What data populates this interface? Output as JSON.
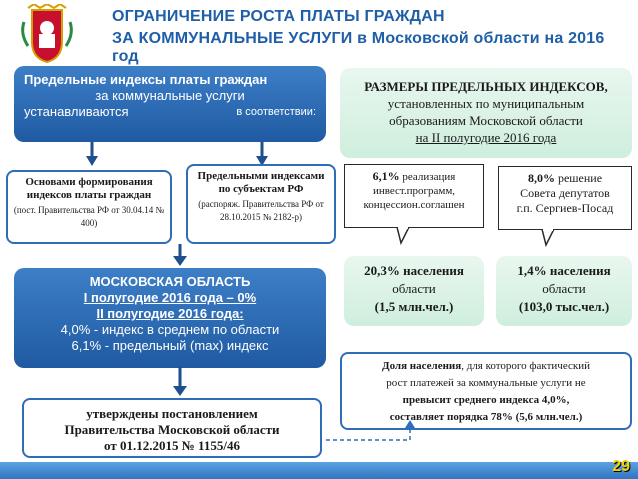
{
  "header": {
    "title_line1": "ОГРАНИЧЕНИЕ РОСТА ПЛАТЫ ГРАЖДАН",
    "title_line2": "ЗА КОММУНАЛЬНЫЕ УСЛУГИ в Московской области на 2016 год"
  },
  "left_top_box": {
    "line1": "Предельные индексы платы граждан",
    "line2": "за коммунальные услуги",
    "line3a": "устанавливаются",
    "line3b": "в соответствии:"
  },
  "left_sub1": {
    "title": "Основами формирования индексов платы граждан",
    "note": "(пост. Правительства РФ от 30.04.14 № 400)"
  },
  "left_sub2": {
    "title": "Предельными индексами по субъектам РФ",
    "note": "(распоряж. Правительства РФ от 28.10.2015 № 2182-р)"
  },
  "moscow_box": {
    "title": "МОСКОВСКАЯ ОБЛАСТЬ",
    "h1": "I полугодие 2016 года – 0%",
    "h2": "II полугодие 2016 года:",
    "l1": "4,0% - индекс в среднем по области",
    "l2": "6,1% - предельный (max) индекс"
  },
  "approved_box": {
    "line1": "утверждены постановлением",
    "line2": "Правительства Московской области",
    "line3": "от 01.12.2015 № 1155/46"
  },
  "right_top_box": {
    "line1": "РАЗМЕРЫ ПРЕДЕЛЬНЫХ ИНДЕКСОВ,",
    "line2": "установленных по муниципальным",
    "line3": "образованиям Московской области",
    "line4": "на II полугодие 2016 года"
  },
  "callout_61": {
    "value": "6,1%",
    "tail": "реализация",
    "line2": "инвест.программ,",
    "line3": "концессион.соглашен"
  },
  "callout_80": {
    "value": "8,0%",
    "tail": "решение",
    "line2": "Совета депутатов",
    "line3": "г.п. Сергиев-Посад"
  },
  "stat_left": {
    "line1": "20,3% населения",
    "line2": "области",
    "line3": "(1,5 млн.чел.)"
  },
  "stat_right": {
    "line1": "1,4% населения",
    "line2": "области",
    "line3": "(103,0 тыс.чел.)"
  },
  "bottom_right_box": {
    "line1a": "Доля населения",
    "line1b": ", для которого фактический",
    "line2": "рост платежей за коммунальные услуги не",
    "line3": "превысит среднего индекса 4,0%,",
    "line4": "составляет порядка 78% (5,6 млн.чел.)"
  },
  "page_number": "29",
  "colors": {
    "title_blue": "#1f5fa8",
    "green": "#2a9a5e",
    "blue": "#2f6db8",
    "mint": "#d9f2e4",
    "page_num": "#f3d400"
  }
}
